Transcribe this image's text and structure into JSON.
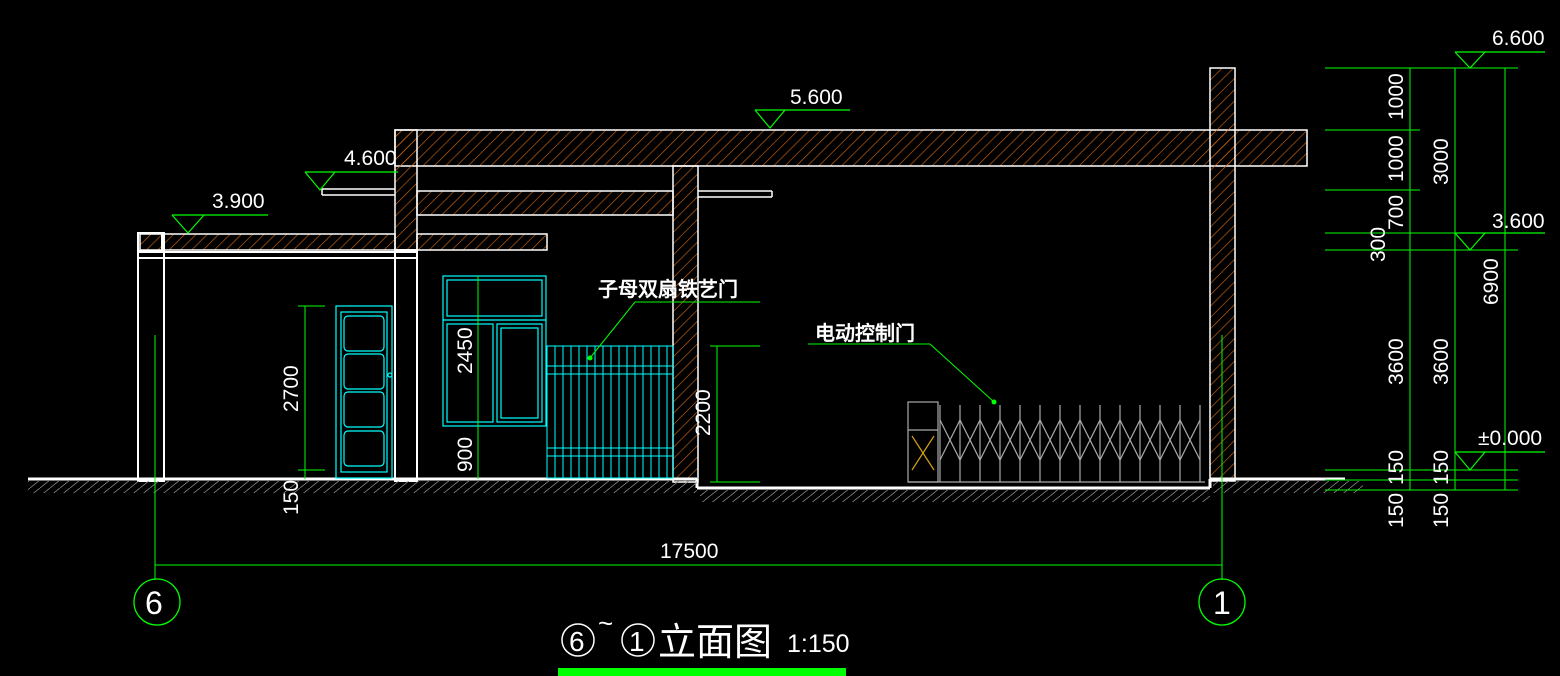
{
  "elevations": {
    "e6600": "6.600",
    "e5600": "5.600",
    "e4600": "4.600",
    "e3900": "3.900",
    "e3600": "3.600",
    "e0000": "±0.000"
  },
  "dims_right_inner": [
    "1000",
    "1000",
    "700",
    "300",
    "3600",
    "150",
    "150"
  ],
  "dims_right_outer": [
    "3000",
    "6900",
    "3600",
    "150",
    "150"
  ],
  "dims_left": {
    "d2700": "2700",
    "d150": "150",
    "d2450": "2450",
    "d900": "900",
    "d2200": "2200"
  },
  "overall_dim": "17500",
  "axis_left": "6",
  "axis_right": "1",
  "labels": {
    "gate_left": "子母双扇铁艺门",
    "gate_right": "电动控制门"
  },
  "title": {
    "axis_from": "6",
    "tilde": "~",
    "axis_to": "1",
    "text": "立面图",
    "scale": "1:150"
  },
  "colors": {
    "dim": "#00ff00",
    "wall": "#ffffff",
    "hatch": "#c86414",
    "door": "#00ffff"
  }
}
